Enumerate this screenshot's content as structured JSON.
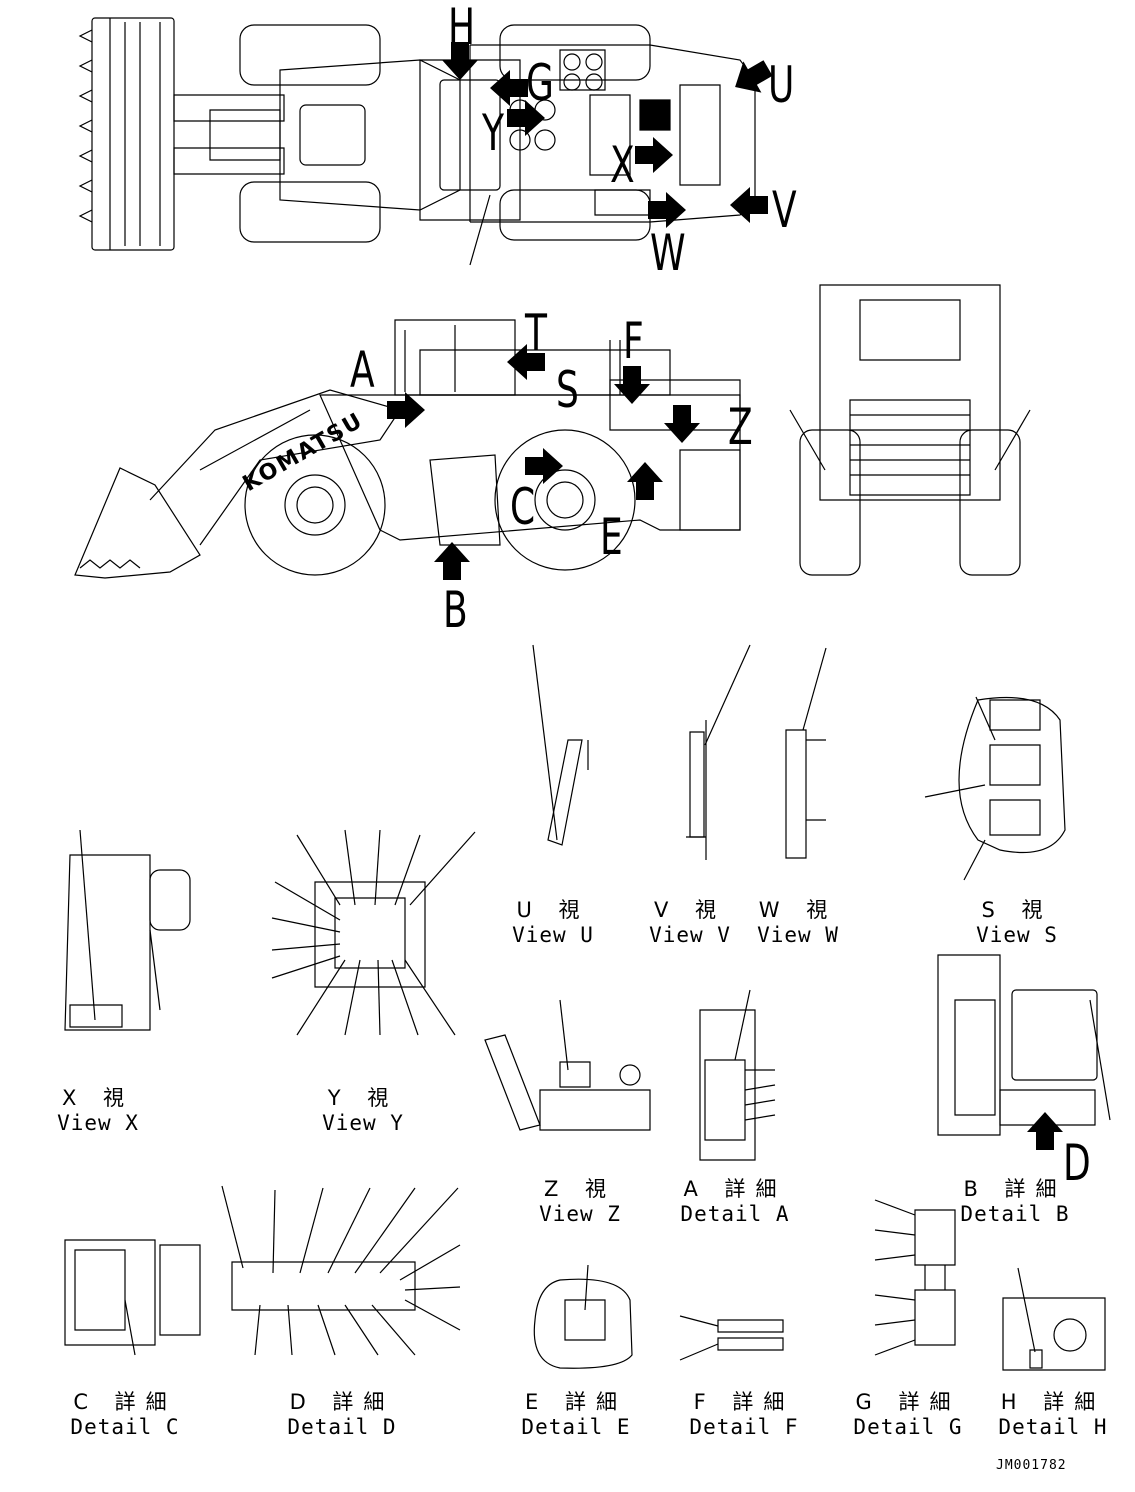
{
  "callouts": {
    "top_view": [
      "H",
      "G",
      "Y",
      "X",
      "U",
      "V",
      "W"
    ],
    "side_view": [
      "A",
      "T",
      "F",
      "S",
      "Z",
      "C",
      "E",
      "B"
    ],
    "detail_b": [
      "D"
    ]
  },
  "views": {
    "u": {
      "jp": "U 視",
      "en": "View U"
    },
    "v": {
      "jp": "V 視",
      "en": "View V"
    },
    "w": {
      "jp": "W 視",
      "en": "View W"
    },
    "s": {
      "jp": "S 視",
      "en": "View S"
    },
    "x": {
      "jp": "X 視",
      "en": "View X"
    },
    "y": {
      "jp": "Y 視",
      "en": "View Y"
    },
    "z": {
      "jp": "Z 視",
      "en": "View Z"
    }
  },
  "details": {
    "a": {
      "jp": "A 詳細",
      "en": "Detail A"
    },
    "b": {
      "jp": "B 詳細",
      "en": "Detail B"
    },
    "c": {
      "jp": "C 詳細",
      "en": "Detail C"
    },
    "d": {
      "jp": "D 詳細",
      "en": "Detail D"
    },
    "e": {
      "jp": "E 詳細",
      "en": "Detail E"
    },
    "f": {
      "jp": "F 詳細",
      "en": "Detail F"
    },
    "g": {
      "jp": "G 詳細",
      "en": "Detail G"
    },
    "h": {
      "jp": "H 詳細",
      "en": "Detail H"
    }
  },
  "machine_brand": "KOMATSU",
  "drawing_id": "JM001782",
  "colors": {
    "ink": "#000000",
    "paper": "#ffffff"
  }
}
